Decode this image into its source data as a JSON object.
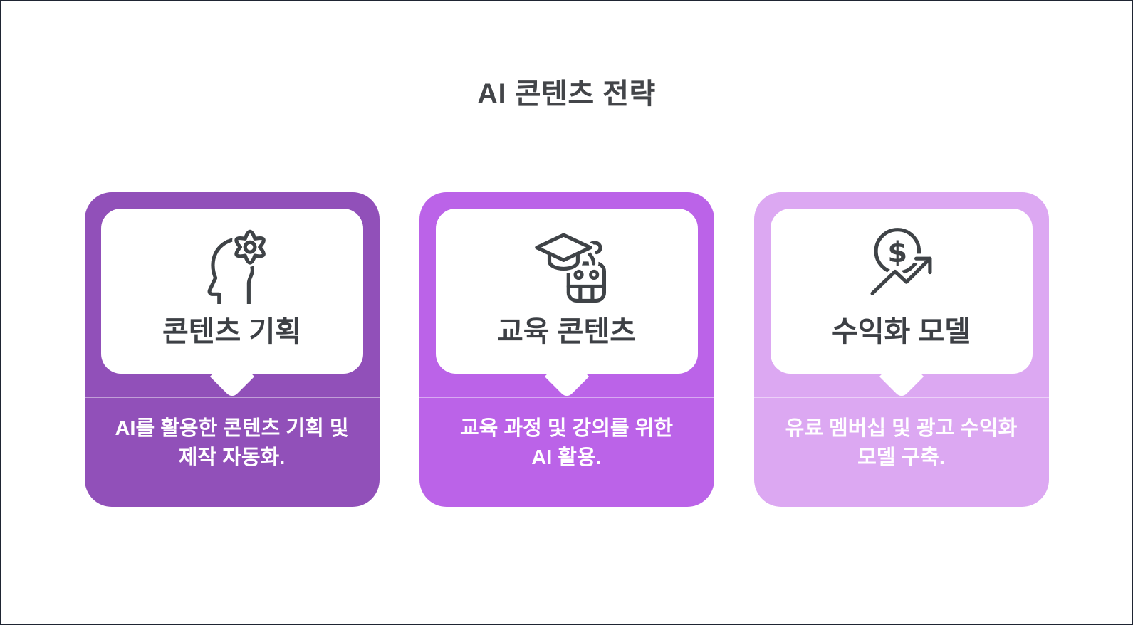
{
  "page": {
    "title": "AI 콘텐츠 전략",
    "background_color": "#ffffff",
    "border_color": "#1f2533",
    "title_color": "#434549"
  },
  "cards": [
    {
      "name": "content-planning",
      "title": "콘텐츠 기획",
      "description": "AI를 활용한 콘텐츠 기획 및 제작 자동화.",
      "icon": "head-gear-icon",
      "color": "#9150b9",
      "text_color": "#ffffff"
    },
    {
      "name": "education-content",
      "title": "교육 콘텐츠",
      "description": "교육 과정 및 강의를 위한 AI 활용.",
      "icon": "graduation-robot-icon",
      "color": "#bb63e8",
      "text_color": "#ffffff"
    },
    {
      "name": "monetization-model",
      "title": "수익화 모델",
      "description": "유료 멤버십 및 광고 수익화 모델 구축.",
      "icon": "dollar-growth-icon",
      "color": "#dca8f2",
      "text_color": "#ffffff"
    }
  ],
  "icon_style": {
    "stroke_color": "#3f4347",
    "background": "#ffffff"
  }
}
